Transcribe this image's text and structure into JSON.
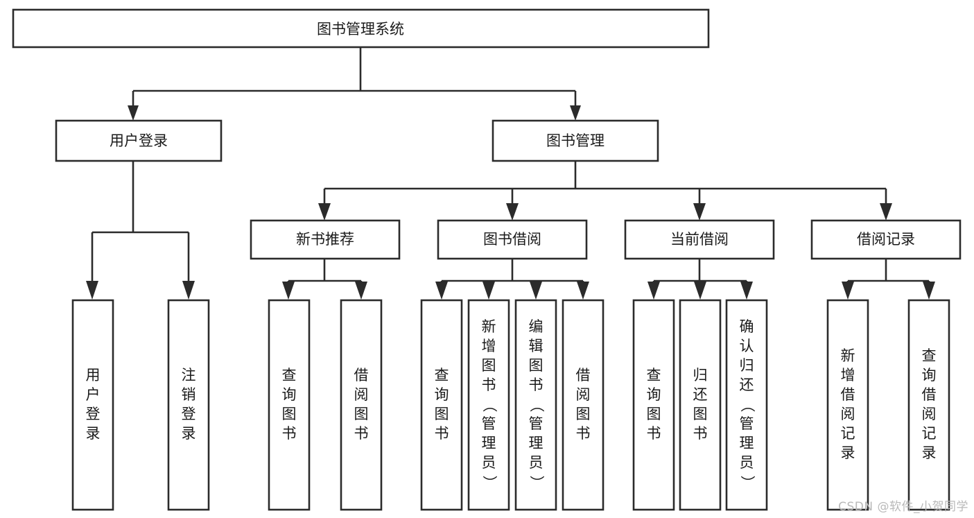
{
  "diagram": {
    "title": "图书管理系统",
    "type": "hierarchy-tree",
    "watermark": "CSDN @软件_小贺同学",
    "colors": {
      "background": "#ffffff",
      "box_fill": "#ffffff",
      "box_stroke": "#2b2b2b",
      "text": "#1a1a1a",
      "watermark": "#b9b9b9"
    },
    "nodes": {
      "root": {
        "label": "图书管理系统",
        "level": 0,
        "orientation": "horizontal"
      },
      "l1": [
        {
          "id": "user-login",
          "label": "用户登录",
          "level": 1,
          "orientation": "horizontal"
        },
        {
          "id": "book-manage",
          "label": "图书管理",
          "level": 1,
          "orientation": "horizontal"
        }
      ],
      "l2": [
        {
          "id": "new-book-recommend",
          "label": "新书推荐",
          "level": 2,
          "orientation": "horizontal",
          "parent": "book-manage"
        },
        {
          "id": "book-borrow",
          "label": "图书借阅",
          "level": 2,
          "orientation": "horizontal",
          "parent": "book-manage"
        },
        {
          "id": "current-borrow",
          "label": "当前借阅",
          "level": 2,
          "orientation": "horizontal",
          "parent": "book-manage"
        },
        {
          "id": "borrow-record",
          "label": "借阅记录",
          "level": 2,
          "orientation": "horizontal",
          "parent": "book-manage"
        }
      ],
      "leaves": [
        {
          "id": "leaf-user-login",
          "label": "用户登录",
          "parent": "user-login",
          "orientation": "vertical"
        },
        {
          "id": "leaf-logout-login",
          "label": "注销登录",
          "parent": "user-login",
          "orientation": "vertical"
        },
        {
          "id": "leaf-query-book-1",
          "label": "查询图书",
          "parent": "new-book-recommend",
          "orientation": "vertical"
        },
        {
          "id": "leaf-borrow-book-1",
          "label": "借阅图书",
          "parent": "new-book-recommend",
          "orientation": "vertical"
        },
        {
          "id": "leaf-query-book-2",
          "label": "查询图书",
          "parent": "book-borrow",
          "orientation": "vertical"
        },
        {
          "id": "leaf-add-book",
          "label": "新增图书（管理员）",
          "parent": "book-borrow",
          "orientation": "vertical"
        },
        {
          "id": "leaf-edit-book",
          "label": "编辑图书（管理员）",
          "parent": "book-borrow",
          "orientation": "vertical"
        },
        {
          "id": "leaf-borrow-book-2",
          "label": "借阅图书",
          "parent": "book-borrow",
          "orientation": "vertical"
        },
        {
          "id": "leaf-query-book-3",
          "label": "查询图书",
          "parent": "current-borrow",
          "orientation": "vertical"
        },
        {
          "id": "leaf-return-book",
          "label": "归还图书",
          "parent": "current-borrow",
          "orientation": "vertical"
        },
        {
          "id": "leaf-confirm-return",
          "label": "确认归还（管理员）",
          "parent": "current-borrow",
          "orientation": "vertical"
        },
        {
          "id": "leaf-add-record",
          "label": "新增借阅记录",
          "parent": "borrow-record",
          "orientation": "vertical"
        },
        {
          "id": "leaf-query-record",
          "label": "查询借阅记录",
          "parent": "borrow-record",
          "orientation": "vertical"
        }
      ]
    }
  }
}
